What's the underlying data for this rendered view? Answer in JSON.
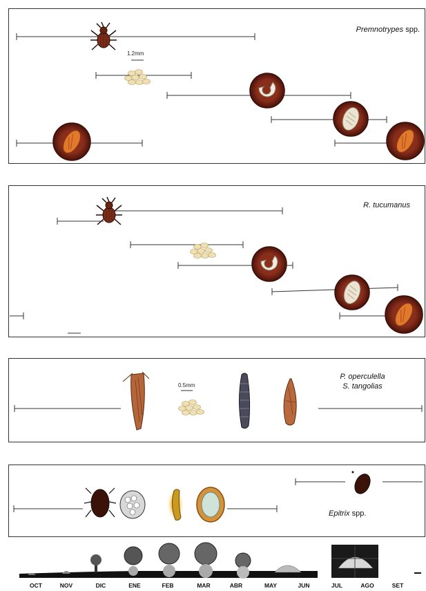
{
  "panels": [
    {
      "title_italic": "Premnotrypes",
      "title_rest": " spp."
    },
    {
      "title_italic": "R. tucumanus",
      "title_rest": ""
    },
    {
      "title_line1": "P. operculella",
      "title_line2": "S. tangolias"
    },
    {
      "title_italic": "Epitrix",
      "title_rest": " spp."
    }
  ],
  "scale_labels": {
    "panel1": "1.2mm",
    "panel3": "0.5mm"
  },
  "months": [
    "OCT",
    "NOV",
    "DIC",
    "ENE",
    "FEB",
    "MAR",
    "ABR",
    "MAY",
    "JUN",
    "JUL",
    "AGO",
    "SET"
  ],
  "colors": {
    "adult": "#7a2e1a",
    "eggs": "#efe0b4",
    "soil": "#7a2417",
    "larva": "#f2ece0",
    "pupa": "#e0792c",
    "moth": "#b5653a",
    "epitrix": "#3a1208"
  }
}
